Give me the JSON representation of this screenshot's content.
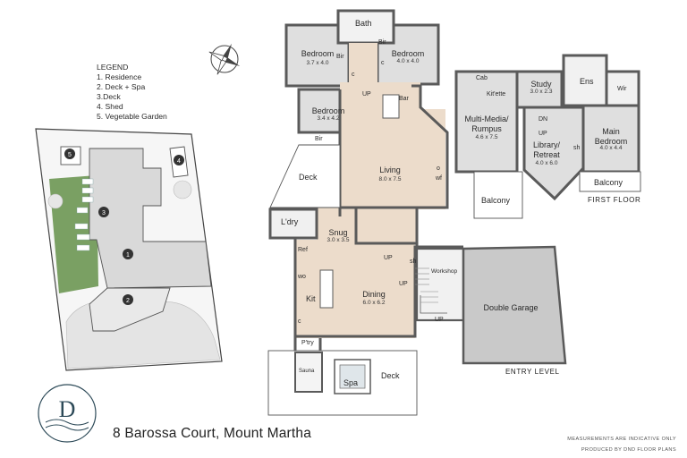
{
  "legend": {
    "title": "LEGEND",
    "items": [
      "1. Residence",
      "2. Deck + Spa",
      "3.Deck",
      "4. Shed",
      "5. Vegetable Garden"
    ]
  },
  "site_markers": [
    "1",
    "2",
    "3",
    "4",
    "5"
  ],
  "rooms": {
    "bath": {
      "name": "Bath"
    },
    "bedroom_a": {
      "name": "Bedroom",
      "dim": "3.7 x 4.0"
    },
    "bedroom_b": {
      "name": "Bedroom",
      "dim": "4.0 x 4.0"
    },
    "bedroom_c": {
      "name": "Bedroom",
      "dim": "3.4 x 4.2"
    },
    "living": {
      "name": "Living",
      "dim": "8.0 x 7.5"
    },
    "snug": {
      "name": "Snug",
      "dim": "3.0 x 3.5"
    },
    "dining": {
      "name": "Dining",
      "dim": "6.0 x 6.2"
    },
    "double_garage": {
      "name": "Double Garage"
    },
    "deck_upper": {
      "name": "Deck"
    },
    "deck_lower": {
      "name": "Deck"
    },
    "laundry": {
      "name": "L'dry"
    },
    "kit": {
      "name": "Kit"
    },
    "spa": {
      "name": "Spa"
    },
    "sauna": {
      "name": "Sauna"
    },
    "workshop": {
      "name": "Workshop"
    },
    "study": {
      "name": "Study",
      "dim": "3.0 x 2.3"
    },
    "ens": {
      "name": "Ens"
    },
    "multi_media": {
      "name": "Multi-Media/\nRumpus",
      "dim": "4.6 x 7.5"
    },
    "library": {
      "name": "Library/\nRetreat",
      "dim": "4.0 x 6.0"
    },
    "main_bedroom": {
      "name": "Main\nBedroom",
      "dim": "4.0 x 4.4"
    },
    "balcony_a": {
      "name": "Balcony"
    },
    "balcony_b": {
      "name": "Balcony"
    }
  },
  "small_labels": {
    "bir1": "Bir",
    "bir2": "Bir",
    "bir3": "Bir",
    "c1": "c",
    "c2": "c",
    "up1": "UP",
    "bar": "Bar",
    "wf": "wf",
    "o": "o",
    "ref": "Ref",
    "wo": "wo",
    "c3": "c",
    "ptry": "P'try",
    "up2": "UP",
    "up3": "UP",
    "up4": "UP",
    "sh1": "sh",
    "cab": "Cab",
    "kitette": "Kit'ette",
    "dn": "DN",
    "up5": "UP",
    "sh2": "sh",
    "wir": "Wir"
  },
  "levels": {
    "first": "FIRST FLOOR",
    "entry": "ENTRY LEVEL"
  },
  "address": "8 Barossa Court, Mount Martha",
  "notes": {
    "measure": "MEASUREMENTS ARE INDICATIVE ONLY",
    "produced": "PRODUCED BY DND FLOOR PLANS"
  },
  "logo": {
    "letter": "D"
  },
  "colors": {
    "wall": "#5a5a5a",
    "floor_timber": "#ecdccb",
    "room_grey": "#dfdfdf",
    "garage_grey": "#c9c9c9",
    "garden_green": "#6f9a5a",
    "line": "#444444"
  },
  "icons": [
    "compass-icon",
    "logo-icon"
  ]
}
